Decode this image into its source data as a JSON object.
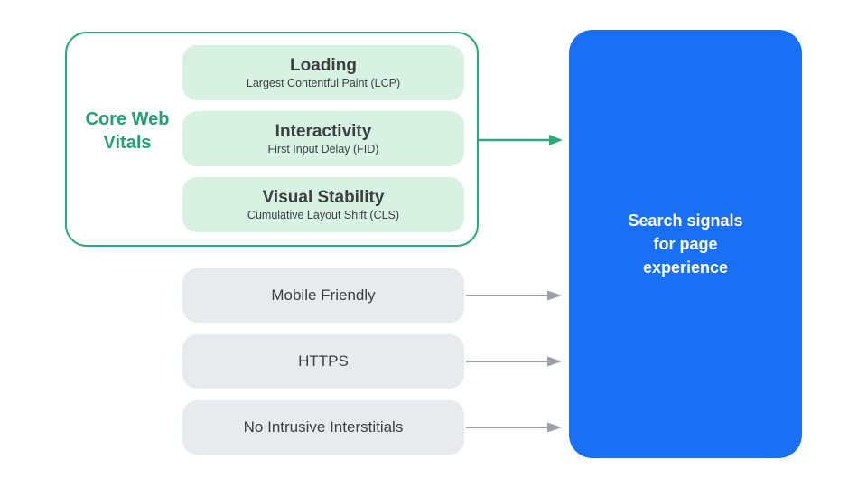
{
  "colors": {
    "background": "#ffffff",
    "green_border": "#2FA87C",
    "green_text": "#24A073",
    "green_fill": "#D7F2E2",
    "gray_fill": "#E8EAED",
    "dark_text": "#3C4043",
    "arrow_gray": "#9AA0A6",
    "blue_fill": "#1970F5",
    "white_text": "#ffffff"
  },
  "core_web_vitals": {
    "label": "Core Web Vitals",
    "vitals": [
      {
        "title": "Loading",
        "subtitle": "Largest Contentful Paint (LCP)"
      },
      {
        "title": "Interactivity",
        "subtitle": "First Input Delay (FID)"
      },
      {
        "title": "Visual Stability",
        "subtitle": "Cumulative Layout Shift (CLS)"
      }
    ]
  },
  "other_signals": [
    {
      "label": "Mobile Friendly"
    },
    {
      "label": "HTTPS"
    },
    {
      "label": "No Intrusive Interstitials"
    }
  ],
  "result": {
    "lines": [
      "Search signals",
      "for page",
      "experience"
    ]
  }
}
